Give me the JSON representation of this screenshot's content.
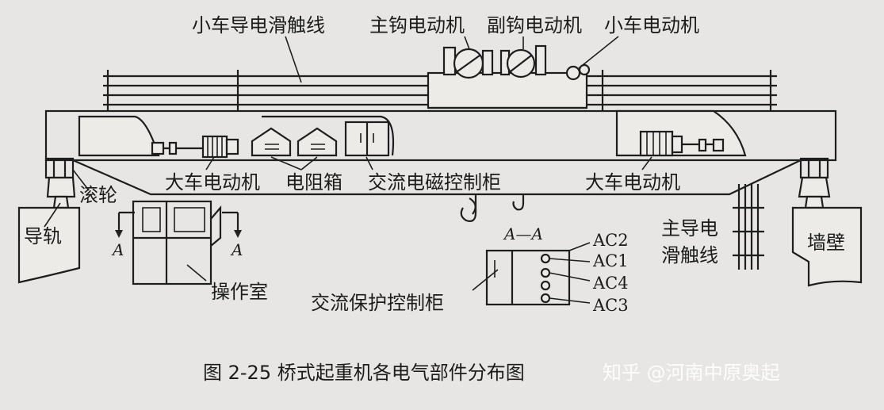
{
  "labels": {
    "trolley_conductor_line": "小车导电滑触线",
    "main_hoist_motor": "主钩电动机",
    "aux_hoist_motor": "副钩电动机",
    "trolley_motor": "小车电动机",
    "bridge_motor_left": "大车电动机",
    "resistor_box": "电阻箱",
    "ac_magnetic_control_cabinet": "交流电磁控制柜",
    "bridge_motor_right": "大车电动机",
    "roller": "滚轮",
    "guide_rail": "导轨",
    "section_a_left": "A",
    "section_a_right": "A",
    "operator_cab": "操作室",
    "section_view": "A—A",
    "ac2": "AC2",
    "ac1": "AC1",
    "ac4": "AC4",
    "ac3": "AC3",
    "ac_protection_cabinet": "交流保护控制柜",
    "main_conductor_line_1": "主导电",
    "main_conductor_line_2": "滑触线",
    "wall": "墙壁"
  },
  "caption": "图 2-25   桥式起重机各电气部件分布图",
  "watermark": "知乎 @河南中原奥起"
}
